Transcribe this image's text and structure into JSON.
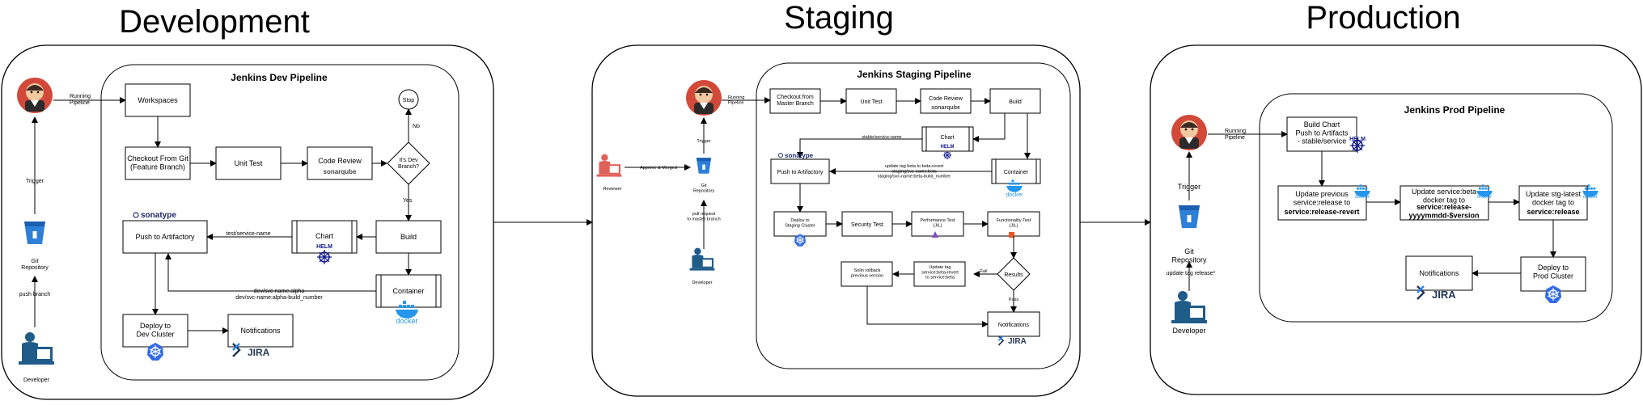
{
  "stages": {
    "development": "Development",
    "staging": "Staging",
    "production": "Production"
  },
  "dev": {
    "pipeline_title": "Jenkins  Dev Pipeline",
    "running_pipeline": "Running\nPipeline",
    "trigger": "Trigger",
    "git_repository": "Git\nRepository",
    "push_branch": "push branch",
    "developer": "Developer",
    "workspaces": "Workspaces",
    "checkout": "Checkout From Git\n(Feature Branch)",
    "unit_test": "Unit Test",
    "code_review": "Code Review",
    "sonarqube": "sonarqube",
    "decision": "It's Dev\nBranch?",
    "no": "No",
    "yes": "Yes",
    "stop": "Stop",
    "build": "Build",
    "chart": "Chart",
    "helm": "HELM",
    "sonatype": "sonatype",
    "push_artifactory": "Push to Artifactory",
    "tag_service_name": "test/service-name",
    "container": "Container",
    "docker": "docker",
    "devsvc_tags": "dev/svc-name:alpha\ndev/svc-name:alpha-build_number",
    "deploy": "Deploy to\nDev Cluster",
    "notifications": "Notifications",
    "jira": "JIRA"
  },
  "staging": {
    "pipeline_title": "Jenkins  Staging Pipeline",
    "running_pipeline": "Running\nPipeline",
    "trigger": "Trigger",
    "git_repository": "Git\nRepository",
    "approve_merged": "Approve & Merged",
    "reviewer": "Reviewer",
    "pull_request": "pull request\nto master branch",
    "developer": "Developer",
    "checkout": "Checkout from\nMaster Branch",
    "unit_test": "Unit Test",
    "code_review": "Code Review",
    "sonarqube": "sonarqube",
    "build": "Build",
    "chart": "Chart",
    "helm": "HELM",
    "stable_service": "stable/service-name",
    "sonatype": "sonatype",
    "push_artifactory": "Push to Artifactory",
    "container": "Container",
    "docker": "docker",
    "update_tag_note": "update tag beta to beta-revert\nstaging/svc-name:beta\nstaging/svc-name:beta-build_number",
    "deploy": "Deploy to\nStaging Cluster",
    "security_test": "Security Test",
    "performance_test": "Performance Test\n(JIL)",
    "functionality_test": "Functionality Test\n(JIL)",
    "results": "Results",
    "fail": "Fail",
    "pass": "Pass",
    "update_tag": "Update tag\nservice:beta-revert\nto service:beta",
    "rollback": "Solin rollback\nprevious version",
    "notifications": "Notifications",
    "jira": "JIRA"
  },
  "prod": {
    "pipeline_title": "Jenkins  Prod Pipeline",
    "running_pipeline": "Running\nPipeline",
    "trigger": "Trigger",
    "git_repository": "Git\nRepository",
    "update_tag_release": "update tag release*",
    "developer": "Developer",
    "build_chart": "Build Chart\nPush to Artifacts\n- stable/service",
    "helm": "HELM",
    "update_previous_1": "Update previous\nservice:release to",
    "update_previous_2": "service:release-revert",
    "update_beta_1": "Update service:beta\ndocker tag to",
    "update_beta_2": "service:release-\nyyyymmdd-$version",
    "update_stg_1": "Update stg-latest\ndocker tag to",
    "update_stg_2": "service:release",
    "docker": "docker",
    "notifications": "Notifications",
    "jira": "JIRA",
    "deploy": "Deploy to\nProd Cluster"
  },
  "colors": {
    "jenkins_red": "#d24939",
    "git_blue": "#2d7fd8",
    "developer_blue": "#1f5c8a",
    "reviewer_red": "#e0605a",
    "docker_blue": "#2496ed",
    "k8s_blue": "#326ce5",
    "jira_blue": "#253858",
    "helm_navy": "#0f1689",
    "sonar_blue": "#4e9bcd"
  }
}
